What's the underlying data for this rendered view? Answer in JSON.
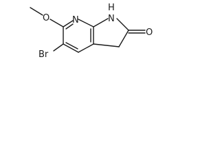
{
  "molecule": {
    "labels": {
      "nitrogen_ring": "N",
      "nh_n": "N",
      "nh_h": "H",
      "oxygen_carbonyl": "O",
      "oxygen_methoxy": "O",
      "bromine": "Br"
    }
  }
}
